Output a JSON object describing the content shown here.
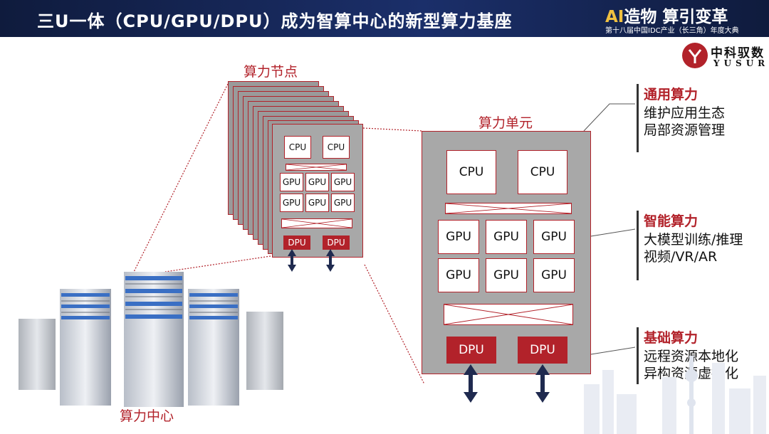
{
  "header": {
    "title": "三U一体（CPU/GPU/DPU）成为智算中心的新型算力基座",
    "event_ai": "AI",
    "event_main": "造物 算引变革",
    "event_sub": "第十八届中国IDC产业（长三角）年度大典"
  },
  "logo": {
    "cn": "中科驭数",
    "en": "YUSUR"
  },
  "labels": {
    "node": "算力节点",
    "unit": "算力单元",
    "center": "算力中心"
  },
  "chips": {
    "cpu": "CPU",
    "gpu": "GPU",
    "dpu": "DPU"
  },
  "side": [
    {
      "title": "通用算力",
      "lines": [
        "维护应用生态",
        "局部资源管理"
      ]
    },
    {
      "title": "智能算力",
      "lines": [
        "大模型训练/推理",
        "视频/VR/AR"
      ]
    },
    {
      "title": "基础算力",
      "lines": [
        "远程资源本地化",
        "异构资源虚拟化"
      ]
    }
  ],
  "colors": {
    "accent": "#b2222a",
    "header_bg": "#1b2f6a",
    "arrow": "#1f2a4f",
    "card_gray": "#a8a8a8"
  }
}
